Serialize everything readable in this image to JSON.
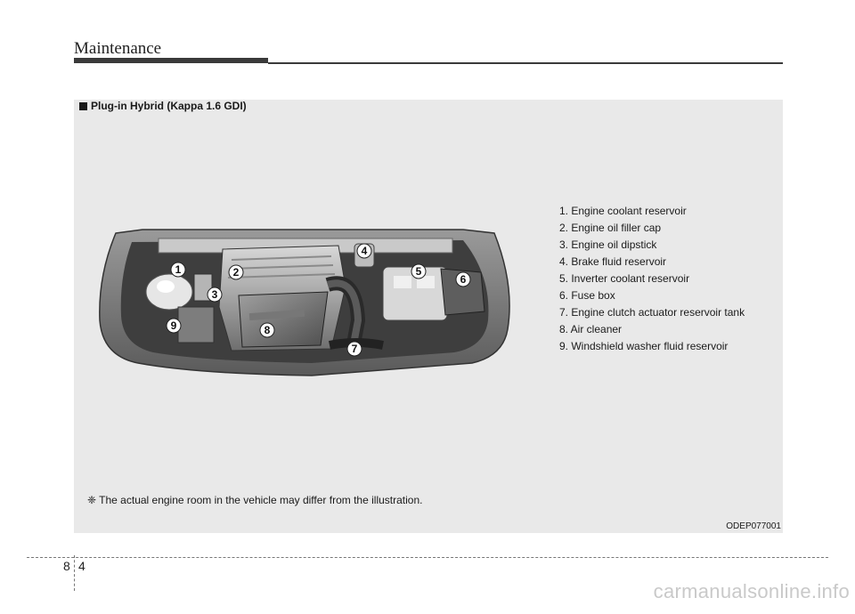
{
  "header": {
    "title": "Maintenance"
  },
  "section": {
    "title": "Plug-in Hybrid (Kappa 1.6 GDI)"
  },
  "callouts": [
    "1",
    "2",
    "3",
    "4",
    "5",
    "6",
    "7",
    "8",
    "9"
  ],
  "legend": [
    "1. Engine coolant reservoir",
    "2. Engine oil filler cap",
    "3. Engine oil dipstick",
    "4. Brake fluid reservoir",
    "5. Inverter coolant reservoir",
    "6. Fuse box",
    "7. Engine clutch actuator reservoir tank",
    "8. Air cleaner",
    "9. Windshield washer fluid reservoir"
  ],
  "note": "❈ The actual engine room in the vehicle may differ from the illustration.",
  "figure_code": "ODEP077001",
  "footer": {
    "chapter": "8",
    "page": "4"
  },
  "watermark": "carmanualsonline.info"
}
